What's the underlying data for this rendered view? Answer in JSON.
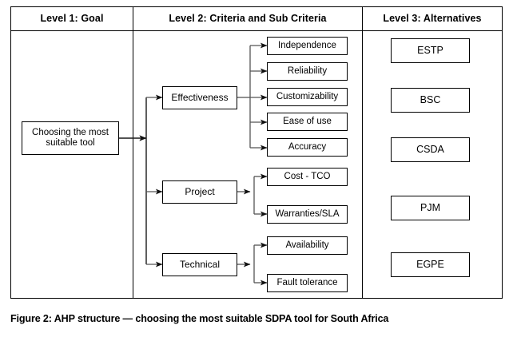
{
  "figure": {
    "caption": "Figure 2: AHP structure — choosing the most suitable SDPA tool for South Africa"
  },
  "table": {
    "headers": [
      {
        "label": "Level 1: Goal"
      },
      {
        "label": "Level 2: Criteria and Sub Criteria"
      },
      {
        "label": "Level 3: Alternatives"
      }
    ]
  },
  "diagram": {
    "type": "hierarchy",
    "goal": {
      "label": "Choosing the most suitable tool"
    },
    "criteria": [
      {
        "label": "Effectiveness",
        "sub_criteria": [
          "Independence",
          "Reliability",
          "Customizability",
          "Ease of use",
          "Accuracy"
        ]
      },
      {
        "label": "Project",
        "sub_criteria": [
          "Cost - TCO",
          "Warranties/SLA"
        ]
      },
      {
        "label": "Technical",
        "sub_criteria": [
          "Availability",
          "Fault tolerance"
        ]
      }
    ],
    "sub_criteria_flat": [
      "Independence",
      "Reliability",
      "Customizability",
      "Ease of use",
      "Accuracy",
      "Cost - TCO",
      "Warranties/SLA",
      "Availability",
      "Fault tolerance"
    ],
    "alternatives": [
      "ESTP",
      "BSC",
      "CSDA",
      "PJM",
      "EGPE"
    ],
    "colors": {
      "border": "#000000",
      "connector": "#555555",
      "background": "#ffffff",
      "text": "#000000"
    }
  }
}
